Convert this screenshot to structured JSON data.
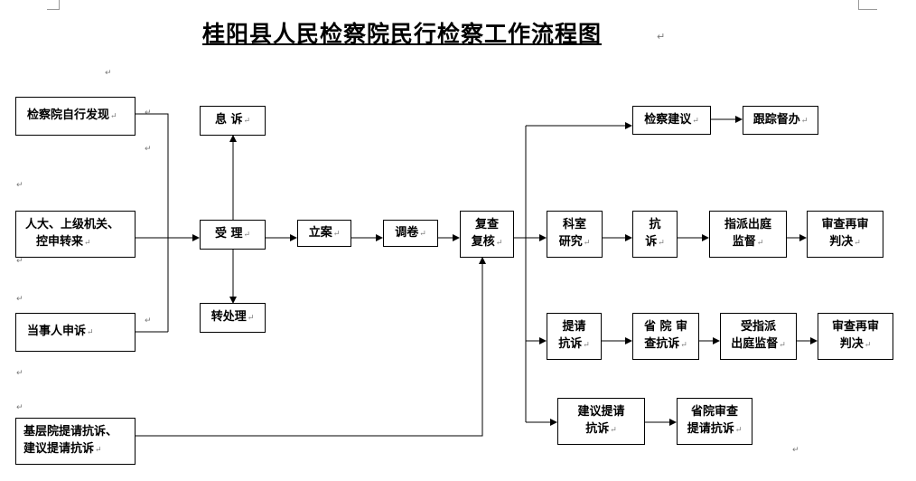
{
  "title": "桂阳县人民检察院民行检察工作流程图",
  "paragraph_mark": "↵",
  "nodes": {
    "self_found": "检察院自行发现",
    "npc_transfer": [
      "人大、上级机关、",
      "控申转来"
    ],
    "party_complaint": "当事人申诉",
    "grassroots_request": [
      "基层院提请抗诉、",
      "建议提请抗诉"
    ],
    "settle": "息 诉",
    "accept": "受 理",
    "transfer_handle": "转处理",
    "file_case": "立案",
    "retrieve_files": "调卷",
    "review": [
      "复查",
      "复核"
    ],
    "prosecutorial_advice": "检察建议",
    "follow_up": "跟踪督办",
    "dept_study": [
      "科室",
      "研究"
    ],
    "protest": [
      "抗",
      "诉"
    ],
    "assign_supervise": [
      "指派出庭",
      "监督"
    ],
    "retrial_judgment_1": [
      "审查再审",
      "判决"
    ],
    "request_protest": [
      "提请",
      "抗诉"
    ],
    "provincial_review_protest": [
      "省 院 审",
      "查抗诉"
    ],
    "accept_assign_supervise": [
      "受指派",
      "出庭监督"
    ],
    "retrial_judgment_2": [
      "审查再审",
      "判决"
    ],
    "suggest_request_protest": [
      "建议提请",
      "抗诉"
    ],
    "provincial_review_request": [
      "省院审查",
      "提请抗诉"
    ]
  }
}
